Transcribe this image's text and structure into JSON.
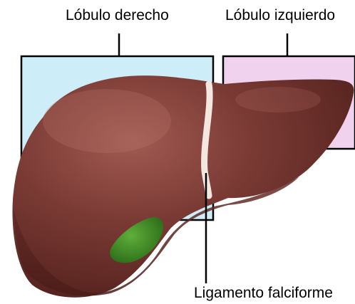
{
  "labels": {
    "right_lobe": "Lóbulo derecho",
    "left_lobe": "Lóbulo izquierdo",
    "falciform_ligament": "Ligamento falciforme"
  },
  "colors": {
    "right_lobe_region": "#cdeef8",
    "left_lobe_region": "#f0d2ee",
    "liver": "#7a3a34",
    "liver_dark": "#55221f",
    "liver_light": "#a05a52",
    "ligament": "#f2e8e0",
    "gallbladder": "#3f8a28",
    "lines": "#000000"
  },
  "icons": {
    "organ": "liver-illustration",
    "gallbladder": "gallbladder-shape"
  }
}
